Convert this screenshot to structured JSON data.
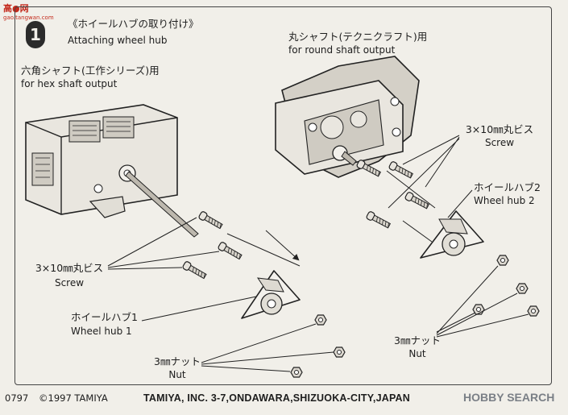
{
  "watermark": {
    "text": "高●网",
    "sub": "gao.tangwan.com"
  },
  "step": {
    "number": "1"
  },
  "title": {
    "jp": "《ホイールハブの取り付け》",
    "en": "Attaching wheel hub"
  },
  "hex_shaft": {
    "jp": "六角シャフト(工作シリーズ)用",
    "en": "for hex shaft output"
  },
  "round_shaft": {
    "jp": "丸シャフト(テクニクラフト)用",
    "en": "for round shaft output"
  },
  "screw_left": {
    "jp": "3×10㎜丸ビス",
    "en": "Screw"
  },
  "screw_right": {
    "jp": "3×10㎜丸ビス",
    "en": "Screw"
  },
  "hub1": {
    "jp": "ホイールハブ1",
    "en": "Wheel hub 1"
  },
  "hub2": {
    "jp": "ホイールハブ2",
    "en": "Wheel hub 2"
  },
  "nut_left": {
    "jp": "3㎜ナット",
    "en": "Nut"
  },
  "nut_right": {
    "jp": "3㎜ナット",
    "en": "Nut"
  },
  "footer": {
    "code": "0797",
    "copyright": "©1997 TAMIYA",
    "company": "TAMIYA, INC. 3-7,ONDAWARA,SHIZUOKA-CITY,JAPAN",
    "hobby_search": "HOBBY SEARCH"
  }
}
